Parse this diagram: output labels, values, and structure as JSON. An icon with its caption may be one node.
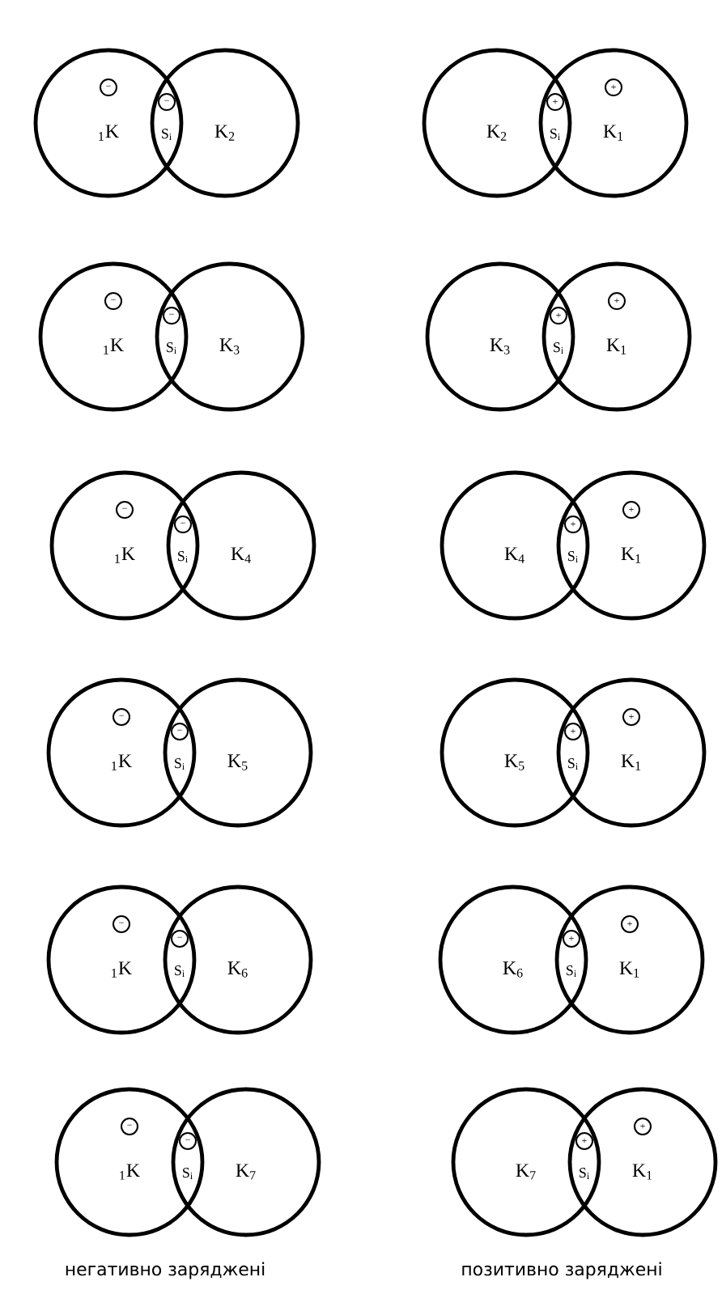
{
  "diagram": {
    "nodes": [
      {
        "text": [
          "$_{1}$K"
        ]
      },
      {
        "text": [
          "−"
        ],
        "in": 0
      },
      {
        "text": [
          "K$_{2}$"
        ]
      },
      {
        "text": [
          "−"
        ]
      },
      {
        "text": [
          "K$_{2}$"
        ]
      },
      {
        "text": [
          "K$_{1}$"
        ]
      },
      {
        "text": [
          "+"
        ],
        "in": 5
      },
      {
        "text": [
          "+"
        ]
      },
      {
        "text": [
          "$_{1}$K"
        ]
      },
      {
        "text": [
          "−"
        ],
        "in": 8
      },
      {
        "text": [
          "K$_{3}$"
        ]
      },
      {
        "text": [
          "−"
        ]
      },
      {
        "text": [
          "K$_{3}$"
        ]
      },
      {
        "text": [
          "K$_{1}$"
        ]
      },
      {
        "text": [
          "+"
        ],
        "in": 13
      },
      {
        "text": [
          "+"
        ]
      },
      {
        "text": [
          "$_{1}$K"
        ]
      },
      {
        "text": [
          "−"
        ],
        "in": 16
      },
      {
        "text": [
          "K$_{4}$"
        ]
      },
      {
        "text": [
          "−"
        ]
      },
      {
        "text": [
          "K$_{4}$"
        ]
      },
      {
        "text": [
          "K$_{1}$"
        ]
      },
      {
        "text": [
          "+"
        ],
        "in": 21
      },
      {
        "text": [
          "+"
        ]
      },
      {
        "text": [
          "$_{1}$K"
        ]
      },
      {
        "text": [
          "−"
        ],
        "in": 24
      },
      {
        "text": [
          "K$_{5}$"
        ]
      },
      {
        "text": [
          "−"
        ]
      },
      {
        "text": [
          "K$_{5}$"
        ]
      },
      {
        "text": [
          "K$_{1}$"
        ]
      },
      {
        "text": [
          "+"
        ],
        "in": 29
      },
      {
        "text": [
          "+"
        ]
      },
      {
        "text": [
          "$_{1}$K"
        ]
      },
      {
        "text": [
          "−"
        ],
        "in": 32
      },
      {
        "text": [
          "K$_{6}$"
        ]
      },
      {
        "text": [
          "−"
        ]
      },
      {
        "text": [
          "K$_{6}$"
        ]
      },
      {
        "text": [
          "K$_{1}$"
        ]
      },
      {
        "text": [
          "+"
        ],
        "in": 37
      },
      {
        "text": [
          "+"
        ]
      },
      {
        "text": [
          "$_{1}$K"
        ]
      },
      {
        "text": [
          "−"
        ],
        "in": 40
      },
      {
        "text": [
          "K$_{7}$"
        ]
      },
      {
        "text": [
          "−"
        ]
      },
      {
        "text": [
          "K$_{7}$"
        ]
      },
      {
        "text": [
          "K$_{1}$"
        ]
      },
      {
        "text": [
          "+"
        ],
        "in": 45
      },
      {
        "text": [
          "+"
        ]
      }
    ],
    "labels": [
      "S$_{i}$",
      "S$_{i}$",
      "S$_{i}$",
      "S$_{i}$",
      "S$_{i}$",
      "S$_{i}$",
      "S$_{i}$",
      "S$_{i}$",
      "S$_{i}$",
      "S$_{i}$",
      "S$_{i}$",
      "S$_{i}$",
      "негативно заряджені",
      "позитивно заряджені"
    ]
  }
}
